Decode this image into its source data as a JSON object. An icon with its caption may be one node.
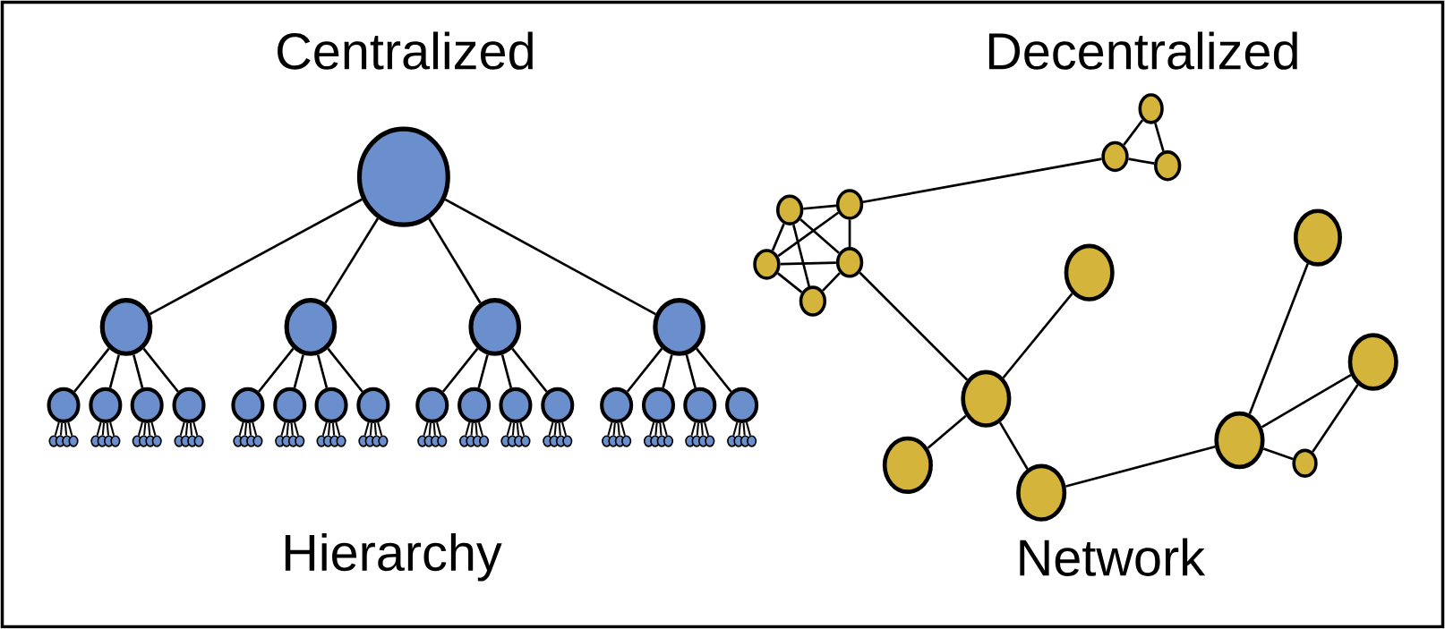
{
  "diagram": {
    "nodes": [
      {
        "text": [],
        "shape": "circle"
      },
      {
        "text": [],
        "shape": "circle"
      },
      {
        "text": [],
        "shape": "circle"
      },
      {
        "text": [],
        "shape": "circle"
      },
      {
        "text": [],
        "shape": "circle"
      },
      {
        "text": [],
        "shape": "circle"
      },
      {
        "text": [],
        "shape": "circle"
      },
      {
        "text": [],
        "shape": "circle"
      },
      {
        "text": [],
        "shape": "circle"
      },
      {
        "text": [],
        "shape": "circle"
      },
      {
        "text": [],
        "shape": "circle"
      },
      {
        "text": [],
        "shape": "circle"
      },
      {
        "text": [],
        "shape": "circle"
      },
      {
        "text": [],
        "shape": "circle"
      },
      {
        "text": [],
        "shape": "circle"
      },
      {
        "text": [],
        "shape": "circle"
      },
      {
        "text": [],
        "shape": "circle"
      },
      {
        "text": [],
        "shape": "circle"
      },
      {
        "text": [],
        "shape": "circle"
      },
      {
        "text": [],
        "shape": "circle"
      },
      {
        "text": [],
        "shape": "circle"
      },
      {
        "text": [],
        "shape": "circle"
      },
      {
        "text": [],
        "shape": "circle"
      },
      {
        "text": [],
        "shape": "circle"
      },
      {
        "text": [],
        "shape": "circle"
      },
      {
        "text": [],
        "shape": "circle"
      },
      {
        "text": [],
        "shape": "circle"
      },
      {
        "text": [],
        "shape": "circle"
      },
      {
        "text": [],
        "shape": "circle"
      },
      {
        "text": [],
        "shape": "circle"
      },
      {
        "text": [],
        "shape": "circle"
      },
      {
        "text": [],
        "shape": "circle"
      },
      {
        "text": [],
        "shape": "circle"
      },
      {
        "text": [],
        "shape": "circle"
      },
      {
        "text": [],
        "shape": "circle"
      },
      {
        "text": [],
        "shape": "circle"
      },
      {
        "text": [],
        "shape": "circle"
      },
      {
        "text": [],
        "shape": "circle"
      },
      {
        "text": [],
        "shape": "circle"
      },
      {
        "text": [],
        "shape": "circle"
      },
      {
        "text": [],
        "shape": "circle"
      },
      {
        "text": [],
        "shape": "circle"
      },
      {
        "text": [],
        "shape": "circle"
      },
      {
        "text": [],
        "shape": "circle"
      },
      {
        "text": [],
        "shape": "circle"
      },
      {
        "text": [],
        "shape": "circle"
      },
      {
        "text": [],
        "shape": "circle"
      },
      {
        "text": [],
        "shape": "circle"
      },
      {
        "text": [],
        "shape": "circle"
      },
      {
        "text": [],
        "shape": "circle"
      },
      {
        "text": [],
        "shape": "circle"
      },
      {
        "text": [],
        "shape": "circle"
      },
      {
        "text": [],
        "shape": "circle"
      },
      {
        "text": [],
        "shape": "circle"
      },
      {
        "text": [],
        "shape": "circle"
      },
      {
        "text": [],
        "shape": "circle"
      },
      {
        "text": [],
        "shape": "circle"
      },
      {
        "text": [],
        "shape": "circle"
      },
      {
        "text": [],
        "shape": "circle"
      },
      {
        "text": [],
        "shape": "circle"
      },
      {
        "text": [],
        "shape": "circle"
      },
      {
        "text": [],
        "shape": "circle"
      },
      {
        "text": [],
        "shape": "circle"
      },
      {
        "text": [],
        "shape": "circle"
      },
      {
        "text": [],
        "shape": "circle"
      },
      {
        "text": [],
        "shape": "circle"
      },
      {
        "text": [],
        "shape": "circle"
      },
      {
        "text": [],
        "shape": "circle"
      },
      {
        "text": [],
        "shape": "circle"
      },
      {
        "text": [],
        "shape": "circle"
      },
      {
        "text": [],
        "shape": "circle"
      },
      {
        "text": [],
        "shape": "circle"
      },
      {
        "text": [],
        "shape": "circle"
      },
      {
        "text": [],
        "shape": "circle"
      },
      {
        "text": [],
        "shape": "circle"
      },
      {
        "text": [],
        "shape": "circle"
      },
      {
        "text": [],
        "shape": "circle"
      },
      {
        "text": [],
        "shape": "circle"
      },
      {
        "text": [],
        "shape": "circle"
      },
      {
        "text": [],
        "shape": "circle"
      },
      {
        "text": [],
        "shape": "circle"
      },
      {
        "text": [],
        "shape": "circle"
      },
      {
        "text": [],
        "shape": "circle"
      },
      {
        "text": [],
        "shape": "circle"
      },
      {
        "text": [],
        "shape": "circle"
      },
      {
        "text": [],
        "shape": "circle"
      },
      {
        "text": [],
        "shape": "circle"
      },
      {
        "text": [],
        "shape": "circle"
      },
      {
        "text": [],
        "shape": "circle"
      },
      {
        "text": [],
        "shape": "circle"
      },
      {
        "text": [],
        "shape": "circle"
      },
      {
        "text": [],
        "shape": "circle"
      },
      {
        "text": [],
        "shape": "circle"
      },
      {
        "text": [],
        "shape": "circle"
      },
      {
        "text": [],
        "shape": "circle"
      },
      {
        "text": [],
        "shape": "circle"
      },
      {
        "text": [],
        "shape": "circle"
      },
      {
        "text": [],
        "shape": "circle"
      },
      {
        "text": [],
        "shape": "circle"
      },
      {
        "text": [],
        "shape": "circle"
      },
      {
        "text": [],
        "shape": "circle"
      }
    ],
    "edges": [
      {
        "from": 0,
        "to": 1,
        "arrow": "none"
      },
      {
        "from": 0,
        "to": 2,
        "arrow": "none"
      },
      {
        "from": 0,
        "to": 3,
        "arrow": "none"
      },
      {
        "from": 0,
        "to": 4,
        "arrow": "none"
      },
      {
        "from": 1,
        "to": 5,
        "arrow": "none"
      },
      {
        "from": 1,
        "to": 6,
        "arrow": "none"
      },
      {
        "from": 1,
        "to": 7,
        "arrow": "none"
      },
      {
        "from": 1,
        "to": 8,
        "arrow": "none"
      },
      {
        "from": 2,
        "to": 9,
        "arrow": "none"
      },
      {
        "from": 2,
        "to": 10,
        "arrow": "none"
      },
      {
        "from": 2,
        "to": 11,
        "arrow": "none"
      },
      {
        "from": 2,
        "to": 12,
        "arrow": "none"
      },
      {
        "from": 3,
        "to": 13,
        "arrow": "none"
      },
      {
        "from": 3,
        "to": 14,
        "arrow": "none"
      },
      {
        "from": 3,
        "to": 15,
        "arrow": "none"
      },
      {
        "from": 3,
        "to": 16,
        "arrow": "none"
      },
      {
        "from": 4,
        "to": 17,
        "arrow": "none"
      },
      {
        "from": 4,
        "to": 18,
        "arrow": "none"
      },
      {
        "from": 4,
        "to": 19,
        "arrow": "none"
      },
      {
        "from": 4,
        "to": 20,
        "arrow": "none"
      },
      {
        "from": 5,
        "to": 21,
        "arrow": "none"
      },
      {
        "from": 5,
        "to": 22,
        "arrow": "none"
      },
      {
        "from": 5,
        "to": 23,
        "arrow": "none"
      },
      {
        "from": 5,
        "to": 24,
        "arrow": "none"
      },
      {
        "from": 6,
        "to": 25,
        "arrow": "none"
      },
      {
        "from": 6,
        "to": 26,
        "arrow": "none"
      },
      {
        "from": 6,
        "to": 27,
        "arrow": "none"
      },
      {
        "from": 6,
        "to": 28,
        "arrow": "none"
      },
      {
        "from": 7,
        "to": 29,
        "arrow": "none"
      },
      {
        "from": 7,
        "to": 30,
        "arrow": "none"
      },
      {
        "from": 7,
        "to": 31,
        "arrow": "none"
      },
      {
        "from": 7,
        "to": 32,
        "arrow": "none"
      },
      {
        "from": 8,
        "to": 33,
        "arrow": "none"
      },
      {
        "from": 8,
        "to": 34,
        "arrow": "none"
      },
      {
        "from": 8,
        "to": 35,
        "arrow": "none"
      },
      {
        "from": 8,
        "to": 36,
        "arrow": "none"
      },
      {
        "from": 9,
        "to": 37,
        "arrow": "none"
      },
      {
        "from": 9,
        "to": 38,
        "arrow": "none"
      },
      {
        "from": 9,
        "to": 39,
        "arrow": "none"
      },
      {
        "from": 9,
        "to": 40,
        "arrow": "none"
      },
      {
        "from": 10,
        "to": 41,
        "arrow": "none"
      },
      {
        "from": 10,
        "to": 42,
        "arrow": "none"
      },
      {
        "from": 10,
        "to": 43,
        "arrow": "none"
      },
      {
        "from": 10,
        "to": 44,
        "arrow": "none"
      },
      {
        "from": 11,
        "to": 45,
        "arrow": "none"
      },
      {
        "from": 11,
        "to": 46,
        "arrow": "none"
      },
      {
        "from": 11,
        "to": 47,
        "arrow": "none"
      },
      {
        "from": 11,
        "to": 48,
        "arrow": "none"
      },
      {
        "from": 12,
        "to": 49,
        "arrow": "none"
      },
      {
        "from": 12,
        "to": 50,
        "arrow": "none"
      },
      {
        "from": 12,
        "to": 51,
        "arrow": "none"
      },
      {
        "from": 12,
        "to": 52,
        "arrow": "none"
      },
      {
        "from": 13,
        "to": 53,
        "arrow": "none"
      },
      {
        "from": 13,
        "to": 54,
        "arrow": "none"
      },
      {
        "from": 13,
        "to": 55,
        "arrow": "none"
      },
      {
        "from": 13,
        "to": 56,
        "arrow": "none"
      },
      {
        "from": 14,
        "to": 57,
        "arrow": "none"
      },
      {
        "from": 14,
        "to": 58,
        "arrow": "none"
      },
      {
        "from": 14,
        "to": 59,
        "arrow": "none"
      },
      {
        "from": 14,
        "to": 60,
        "arrow": "none"
      },
      {
        "from": 15,
        "to": 61,
        "arrow": "none"
      },
      {
        "from": 15,
        "to": 62,
        "arrow": "none"
      },
      {
        "from": 15,
        "to": 63,
        "arrow": "none"
      },
      {
        "from": 15,
        "to": 64,
        "arrow": "none"
      },
      {
        "from": 16,
        "to": 65,
        "arrow": "none"
      },
      {
        "from": 16,
        "to": 66,
        "arrow": "none"
      },
      {
        "from": 16,
        "to": 67,
        "arrow": "none"
      },
      {
        "from": 16,
        "to": 68,
        "arrow": "none"
      },
      {
        "from": 17,
        "to": 69,
        "arrow": "none"
      },
      {
        "from": 17,
        "to": 70,
        "arrow": "none"
      },
      {
        "from": 17,
        "to": 71,
        "arrow": "none"
      },
      {
        "from": 17,
        "to": 72,
        "arrow": "none"
      },
      {
        "from": 18,
        "to": 73,
        "arrow": "none"
      },
      {
        "from": 18,
        "to": 74,
        "arrow": "none"
      },
      {
        "from": 18,
        "to": 75,
        "arrow": "none"
      },
      {
        "from": 18,
        "to": 76,
        "arrow": "none"
      },
      {
        "from": 19,
        "to": 77,
        "arrow": "none"
      },
      {
        "from": 19,
        "to": 78,
        "arrow": "none"
      },
      {
        "from": 19,
        "to": 79,
        "arrow": "none"
      },
      {
        "from": 19,
        "to": 80,
        "arrow": "none"
      },
      {
        "from": 20,
        "to": 81,
        "arrow": "none"
      },
      {
        "from": 20,
        "to": 82,
        "arrow": "none"
      },
      {
        "from": 20,
        "to": 83,
        "arrow": "none"
      },
      {
        "from": 20,
        "to": 84,
        "arrow": "none"
      },
      {
        "from": 85,
        "to": 86,
        "arrow": "none"
      },
      {
        "from": 85,
        "to": 87,
        "arrow": "none"
      },
      {
        "from": 86,
        "to": 87,
        "arrow": "none"
      },
      {
        "from": 88,
        "to": 86,
        "arrow": "none"
      },
      {
        "from": 89,
        "to": 88,
        "arrow": "none"
      },
      {
        "from": 89,
        "to": 92,
        "arrow": "none"
      },
      {
        "from": 89,
        "to": 94,
        "arrow": "none"
      },
      {
        "from": 89,
        "to": 91,
        "arrow": "none"
      },
      {
        "from": 88,
        "to": 92,
        "arrow": "none"
      },
      {
        "from": 88,
        "to": 91,
        "arrow": "none"
      },
      {
        "from": 92,
        "to": 91,
        "arrow": "none"
      },
      {
        "from": 92,
        "to": 94,
        "arrow": "none"
      },
      {
        "from": 91,
        "to": 94,
        "arrow": "none"
      },
      {
        "from": 91,
        "to": 96,
        "arrow": "none"
      },
      {
        "from": 96,
        "to": 93,
        "arrow": "none"
      },
      {
        "from": 96,
        "to": 99,
        "arrow": "none"
      },
      {
        "from": 96,
        "to": 100,
        "arrow": "none"
      },
      {
        "from": 100,
        "to": 97,
        "arrow": "none"
      },
      {
        "from": 97,
        "to": 90,
        "arrow": "none"
      },
      {
        "from": 97,
        "to": 95,
        "arrow": "none"
      },
      {
        "from": 97,
        "to": 98,
        "arrow": "none"
      },
      {
        "from": 95,
        "to": 98,
        "arrow": "none"
      }
    ],
    "labels": [
      "Centralized",
      "Decentralized",
      "Hierarchy",
      "Network"
    ]
  }
}
